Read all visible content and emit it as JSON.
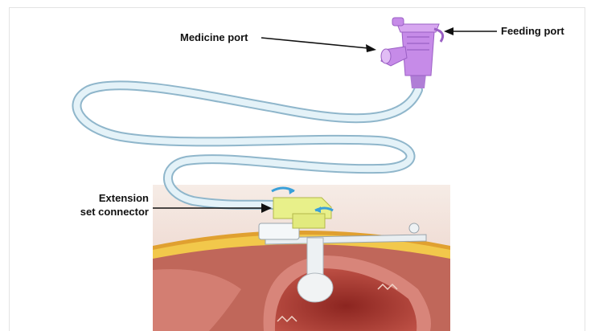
{
  "labels": {
    "medicine_port": "Medicine port",
    "feeding_port": "Feeding port",
    "connector_line1": "Extension",
    "connector_line2": "set connector"
  },
  "colors": {
    "tube": "#c9e4f1",
    "tube_edge": "#8fb6cb",
    "port": "#c68be8",
    "port_dark": "#9a5fc4",
    "connector": "#e8f08a",
    "rotation_arrow": "#3aa0d9",
    "fat": "#f2c84b",
    "muscle": "#b85a4a",
    "stomach": "#9a2d25"
  },
  "icons": [
    "rotation-arrow-icon",
    "arrow-right-icon",
    "arrow-left-icon"
  ]
}
